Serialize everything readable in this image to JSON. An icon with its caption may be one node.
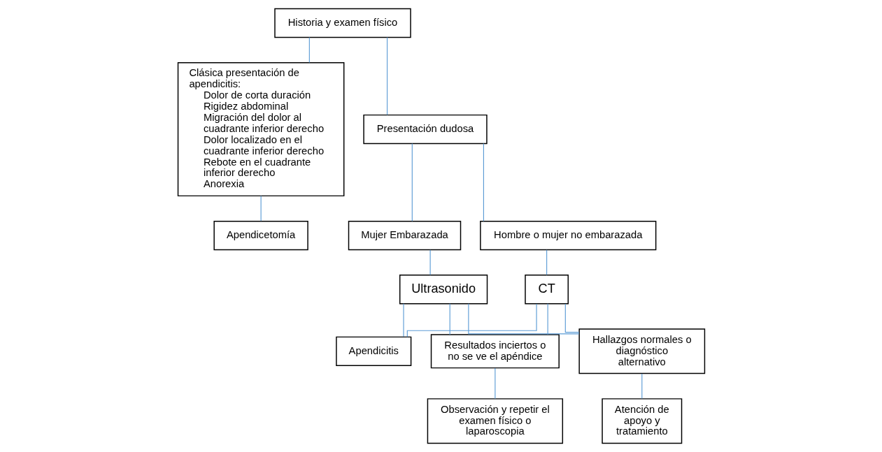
{
  "diagram": {
    "nodes": [
      {
        "text": [
          "Historia y examen físico"
        ]
      },
      {
        "text": [
          "Clásica presentación de apendicitis:",
          "Dolor de corta duración",
          "Rigidez abdominal",
          "Migración del dolor al cuadrante inferior derecho",
          "Dolor localizado en el cuadrante inferior derecho",
          "Rebote en el cuadrante inferior derecho",
          "Anorexia"
        ]
      },
      {
        "text": [
          "Presentación dudosa"
        ]
      },
      {
        "text": [
          "Hombre o mujer no embarazada"
        ]
      },
      {
        "text": [
          "Mujer Embarazada"
        ]
      },
      {
        "text": [
          "CT"
        ]
      },
      {
        "text": [
          "Ultrasonido"
        ]
      },
      {
        "text": [
          "Apendicitis"
        ]
      },
      {
        "text": [
          "Resultados inciertos o no se ve el apéndice"
        ]
      },
      {
        "text": [
          "Hallazgos normales o diagnóstico alternativo"
        ]
      },
      {
        "text": [
          "Apendicetomía"
        ]
      },
      {
        "text": [
          "Observación y repetir el examen físico o laparoscopia"
        ]
      },
      {
        "text": [
          "Atención de apoyo y tratamiento"
        ]
      }
    ],
    "edges": [
      {
        "from": 0,
        "to": 1,
        "arrow": "none"
      },
      {
        "from": 0,
        "to": 2,
        "arrow": "none"
      },
      {
        "from": 2,
        "to": 3,
        "arrow": "none"
      },
      {
        "from": 2,
        "to": 4,
        "arrow": "none"
      },
      {
        "from": 3,
        "to": 5,
        "arrow": "none"
      },
      {
        "from": 4,
        "to": 6,
        "arrow": "none"
      },
      {
        "from": 5,
        "to": 7,
        "arrow": "none"
      },
      {
        "from": 5,
        "to": 8,
        "arrow": "none"
      },
      {
        "from": 5,
        "to": 9,
        "arrow": "none"
      },
      {
        "from": 6,
        "to": 7,
        "arrow": "none"
      },
      {
        "from": 6,
        "to": 8,
        "arrow": "none"
      },
      {
        "from": 6,
        "to": 9,
        "arrow": "none"
      },
      {
        "from": 1,
        "to": 10,
        "arrow": "none"
      },
      {
        "from": 8,
        "to": 11,
        "arrow": "none"
      },
      {
        "from": 9,
        "to": 12,
        "arrow": "none"
      }
    ]
  }
}
